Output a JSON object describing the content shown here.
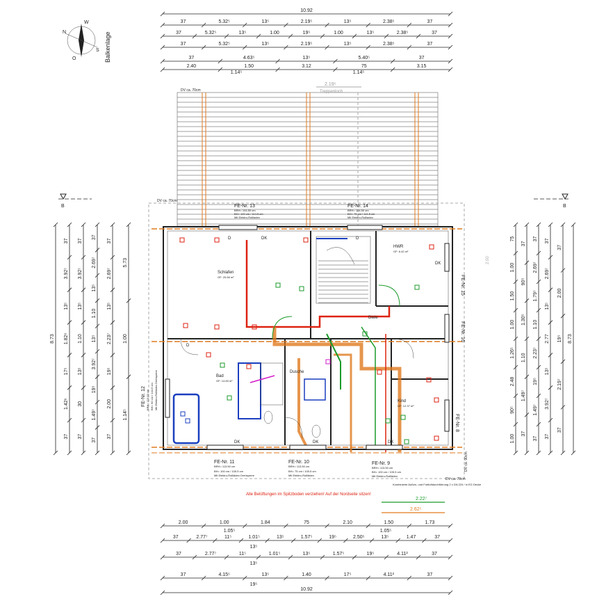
{
  "top_dims": [
    [
      "10.92"
    ],
    [
      "37",
      "5.32⁵",
      "13⁵",
      "2.19⁵",
      "13⁵",
      "2.38⁵",
      "37"
    ],
    [
      "37",
      "5.32⁵",
      "13⁵",
      "1.00",
      "19⁵",
      "1.00",
      "13⁵",
      "2.38⁵",
      "37"
    ],
    [
      "37",
      "5.32⁵",
      "13⁵",
      "2.19⁵",
      "13⁵",
      "2.38⁵",
      "37"
    ],
    [
      "37",
      "4.63⁵",
      "13⁵",
      "5.40⁵",
      "37"
    ],
    [
      "2.40",
      "1.50",
      "3.12",
      "75",
      "3.15"
    ],
    [
      "1.14⁵",
      "1.14⁵"
    ]
  ],
  "bottom_dims": [
    [
      "2.00",
      "1.00",
      "1.84",
      "75",
      "2.10",
      "1.50",
      "1.73"
    ],
    [
      "1.05⁵",
      "1.05⁵"
    ],
    [
      "37",
      "2.77⁷",
      "11⁵",
      "1.01⁵",
      "13⁵",
      "1.57⁵",
      "19⁵",
      "2.50⁵",
      "13⁵",
      "1.47",
      "37"
    ],
    [
      "13⁵"
    ],
    [
      "37",
      "2.77⁷",
      "11⁵",
      "1.01⁵",
      "13⁵",
      "1.57⁵",
      "19⁵",
      "4.11²",
      "37"
    ],
    [
      "13⁵"
    ],
    [
      "37",
      "4.15⁵",
      "13⁵",
      "1.40",
      "17⁵",
      "4.11²",
      "37"
    ],
    [
      "19⁵"
    ],
    [
      "10.92"
    ]
  ],
  "left_dims": [
    [
      "8.73"
    ],
    [
      "37",
      "3.92⁷",
      "13⁵",
      "1.82⁶",
      "17⁵",
      "1.42⁶",
      "37"
    ],
    [
      "37",
      "3.92⁷",
      "13⁵",
      "1.10",
      "13⁵",
      "30",
      "37"
    ],
    [
      "37",
      "2.69⁷",
      "13⁵",
      "1.10",
      "13⁵",
      "3.92⁷",
      "19⁵",
      "1.49⁷",
      "37"
    ],
    [
      "37",
      "2.69⁷",
      "13⁵",
      "2.23⁷",
      "19⁵",
      "2.00",
      "37"
    ],
    [
      "5.73",
      "1.00",
      "1.14⁵"
    ]
  ],
  "right_dims": [
    [
      "8.73"
    ],
    [
      "37",
      "2.00",
      "19⁵",
      "2.19⁷",
      "37"
    ],
    [
      "37",
      "2.69⁷",
      "13⁵",
      "2.77",
      "13⁵",
      "3.92⁷",
      "37"
    ],
    [
      "37",
      "2.69⁷",
      "1.79⁷",
      "1.10",
      "2.23⁷",
      "19⁵",
      "1.49⁷",
      "37"
    ],
    [
      "75",
      "1.00",
      "1.50",
      "1.00",
      "1.26⁵",
      "2.48",
      "90⁵",
      "1.00"
    ],
    [
      "37",
      "90⁵",
      "1.30⁵",
      "1.10",
      "1.49⁷",
      "37"
    ]
  ],
  "dv_labels": [
    "DV ca. 70cm",
    "DV ca. 70cm",
    "DV ca. 70cm",
    "DV ca. 90cm"
  ],
  "section_marker": "B",
  "compass_label": "Balkenlage",
  "stair_label": "Treppenloch",
  "stair_dim": "2.19⁵",
  "stair_dim_right": "2.00",
  "rooms": [
    {
      "name": "Schlafen",
      "area": "GF: 20.66 m²"
    },
    {
      "name": "Bad",
      "area": "GF: 14.83 m²"
    },
    {
      "name": "Dusche",
      "area": ""
    },
    {
      "name": "HWR",
      "area": "GF: 6.42 m²"
    },
    {
      "name": "Kind",
      "area": "GF: 12.37 m²"
    },
    {
      "name": "Diele",
      "area": ""
    }
  ],
  "windows": [
    {
      "id": "FE-Nr. 13",
      "brh": "BRH= 104.50 cm",
      "bh": "BH= 120 cm / 114.5 cm",
      "extra": "Mit Elektro-Rollladen"
    },
    {
      "id": "FE-Nr. 14",
      "brh": "BRH= 104.50 cm",
      "bh": "BH= 75 cm / 114.5 cm",
      "extra": "Mit Elektro-Rollladen"
    },
    {
      "id": "FE-Nr. 11",
      "brh": "BRH= 113.50 cm",
      "bh": "BH= 100 cm / 105.5 cm",
      "extra": "Mit Elektro-Rollläden Drehsperre"
    },
    {
      "id": "FE-Nr. 10",
      "brh": "BRH= 113.50 cm",
      "bh": "BH= 75 cm / 105.5 cm",
      "extra": "Mit Elektro-Rollläden"
    },
    {
      "id": "FE-Nr. 9",
      "brh": "BRH= 113.50 cm",
      "bh": "BH= 100 cm / 105.5 cm",
      "extra": "Mit Elektro-Rollläden"
    },
    {
      "id": "FE-Nr. 12",
      "brh": "BRH= 113.50 cm",
      "bh": "BH= 90 cm / 144.5 cm",
      "extra": "Mit Elektro-Rollläden Drehsperre"
    },
    {
      "id": "FE-Nr. 15",
      "brh": "",
      "bh": "",
      "extra": ""
    },
    {
      "id": "FE-Nr. 16",
      "brh": "",
      "bh": "",
      "extra": ""
    },
    {
      "id": "FE-Nr. 8",
      "brh": "",
      "bh": "",
      "extra": ""
    }
  ],
  "note_red": "Alle Belüftungen im Spitzboden verziehen! Auf der Nordseite sitzen!",
  "note_vent": "Kombinierte Außen- und Fortluftdurchführung 2 x DN 224 / in EG Decke",
  "legend_green": "2.22⁷",
  "legend_orange": "2.62⁵",
  "door_labels": [
    "D",
    "DK",
    "D",
    "DK",
    "DK",
    "DK",
    "D",
    "DK"
  ],
  "colors": {
    "orange": "#e07a1f",
    "red": "#d21111",
    "green": "#1a9a2a",
    "blue": "#1a3fbf",
    "magenta": "#d11ac8"
  }
}
